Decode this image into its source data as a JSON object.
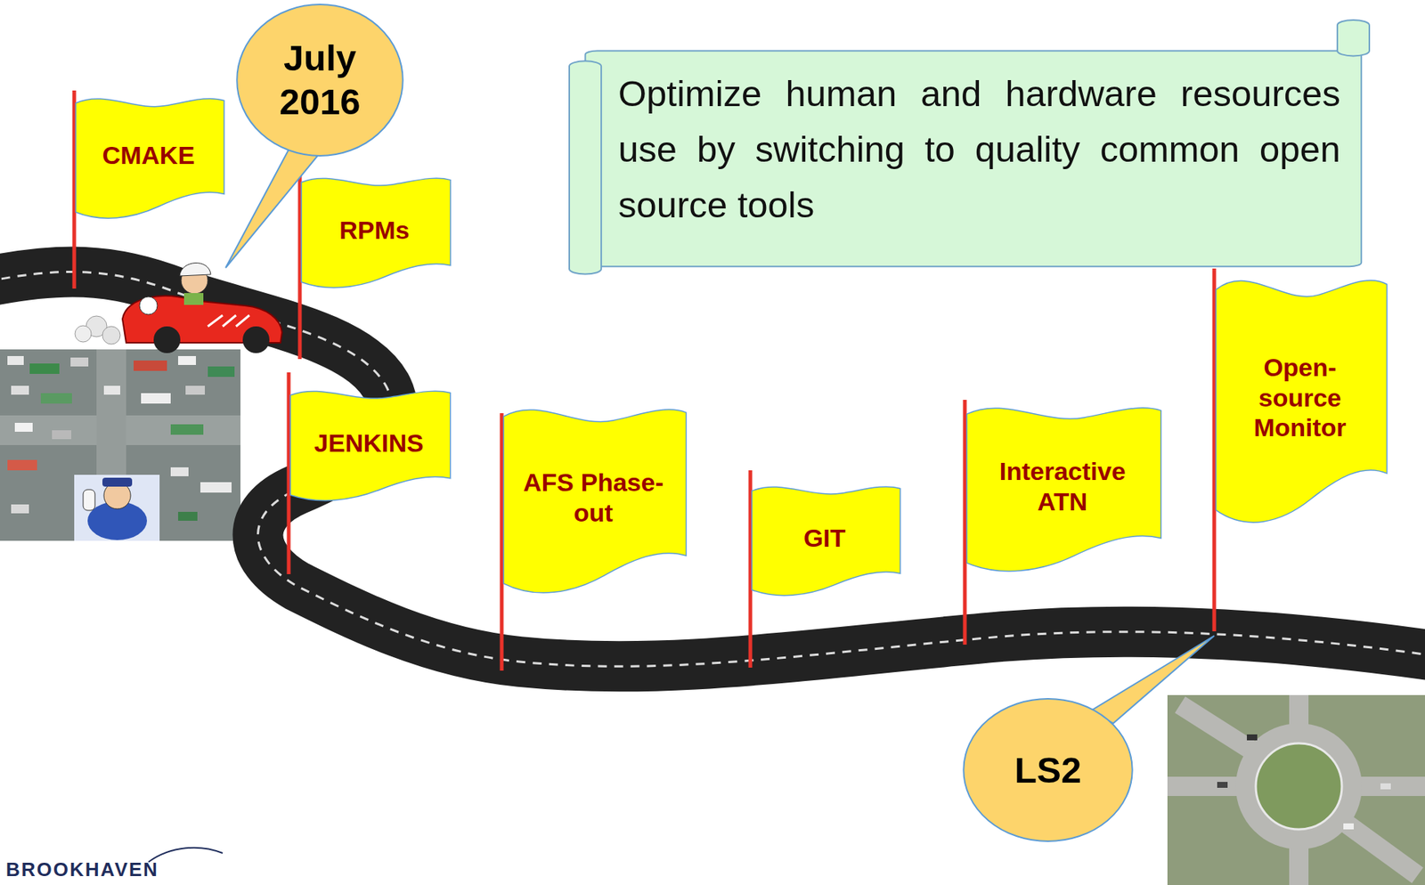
{
  "diagram": {
    "nodes": [
      {
        "text": [
          "CMAKE"
        ]
      },
      {
        "text": [
          "July 2016"
        ]
      },
      {
        "text": [
          "RPMs"
        ]
      },
      {
        "text": [
          "JENKINS"
        ]
      },
      {
        "text": [
          "AFS Phase-out"
        ]
      },
      {
        "text": [
          "GIT"
        ]
      },
      {
        "text": [
          "Interactive ATN"
        ]
      },
      {
        "text": [
          "Open- source Monitor"
        ]
      },
      {
        "text": [
          "Optimize human and hardware resources use by switching to quality common open source tools"
        ]
      },
      {
        "text": [
          "LS2"
        ]
      }
    ],
    "labels": [
      "BROOKHAVEN"
    ]
  }
}
